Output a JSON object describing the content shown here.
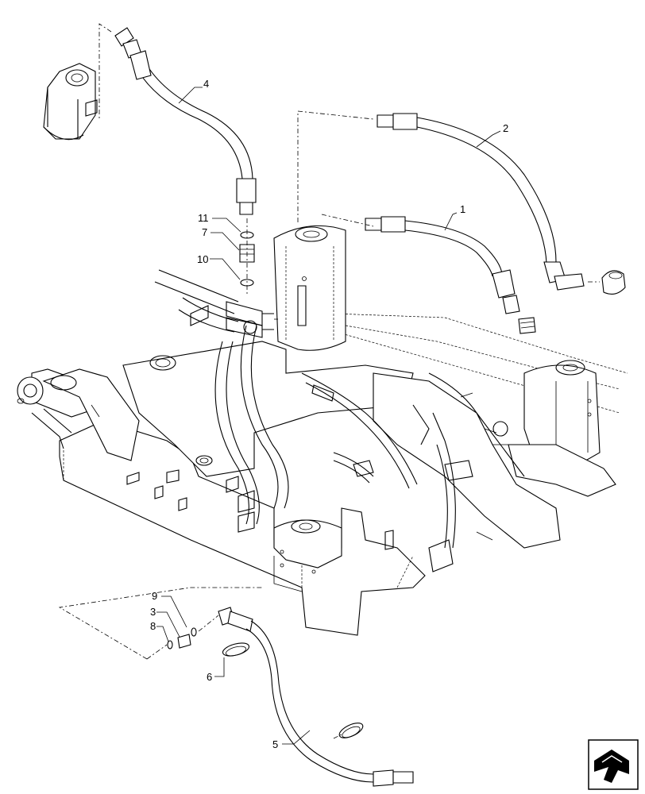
{
  "callouts": {
    "c1": "1",
    "c2": "2",
    "c3": "3",
    "c4": "4",
    "c5": "5",
    "c6": "6",
    "c7": "7",
    "c8": "8",
    "c9": "9",
    "c10": "10",
    "c11": "11"
  },
  "icons": {
    "nav": "nav-arrow-icon"
  }
}
